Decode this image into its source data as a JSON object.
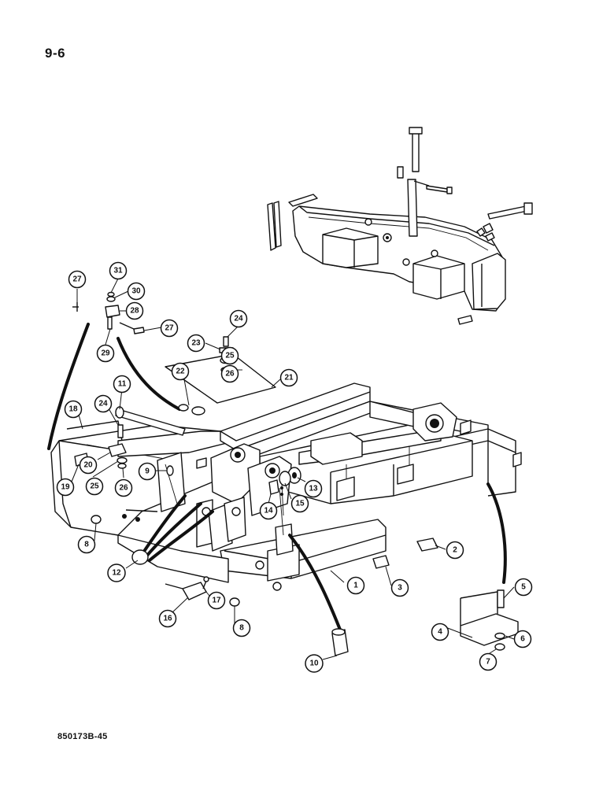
{
  "page_id": "9-6",
  "document_number": "850173B-45",
  "callouts": [
    {
      "label": "1"
    },
    {
      "label": "2"
    },
    {
      "label": "3"
    },
    {
      "label": "4"
    },
    {
      "label": "5"
    },
    {
      "label": "6"
    },
    {
      "label": "7"
    },
    {
      "label": "8"
    },
    {
      "label": "8"
    },
    {
      "label": "9"
    },
    {
      "label": "10"
    },
    {
      "label": "11"
    },
    {
      "label": "12"
    },
    {
      "label": "13"
    },
    {
      "label": "14"
    },
    {
      "label": "15"
    },
    {
      "label": "16"
    },
    {
      "label": "17"
    },
    {
      "label": "18"
    },
    {
      "label": "19"
    },
    {
      "label": "20"
    },
    {
      "label": "21"
    },
    {
      "label": "22"
    },
    {
      "label": "23"
    },
    {
      "label": "24"
    },
    {
      "label": "24"
    },
    {
      "label": "25"
    },
    {
      "label": "25"
    },
    {
      "label": "26"
    },
    {
      "label": "26"
    },
    {
      "label": "27"
    },
    {
      "label": "27"
    },
    {
      "label": "28"
    },
    {
      "label": "29"
    },
    {
      "label": "30"
    },
    {
      "label": "31"
    }
  ]
}
